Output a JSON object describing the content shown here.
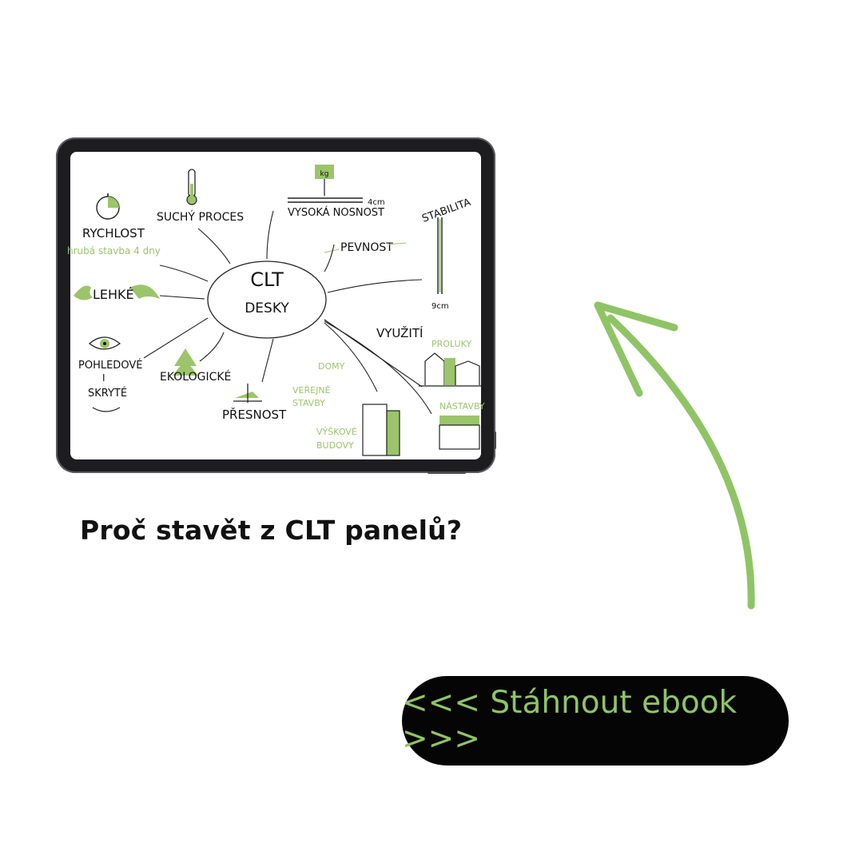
{
  "mindmap": {
    "center_line1": "CLT",
    "center_line2": "DESKY",
    "rychlost": "RYCHLOST",
    "rychlost_sub": "hrubá stavba 4 dny",
    "suchy": "SUCHÝ PROCES",
    "nosnost": "VYSOKÁ NOSNOST",
    "kg": "kg",
    "nosnost_dim": "4cm",
    "stabilita": "STABILITA",
    "stabilita_dim": "9cm",
    "pevnost": "PEVNOST",
    "lehke": "LEHKÉ",
    "pohledove1": "POHLEDOVÉ",
    "pohledove2": "I",
    "pohledove3": "SKRYTÉ",
    "ekologicke": "EKOLOGICKÉ",
    "presnost": "PŘESNOST",
    "vyuziti": "VYUŽITÍ",
    "proluky": "PROLUKY",
    "domy": "DOMY",
    "verejne1": "VEŘEJNÉ",
    "verejne2": "STAVBY",
    "nastavby": "NÁSTAVBY",
    "vyskove1": "VÝŠKOVÉ",
    "vyskove2": "BUDOVY"
  },
  "title": "Proč stavět z CLT panelů?",
  "cta_label": "<<< Stáhnout ebook >>>",
  "colors": {
    "accent": "#8fc466",
    "button_bg": "#050505",
    "tablet": "#1d1d1f"
  }
}
